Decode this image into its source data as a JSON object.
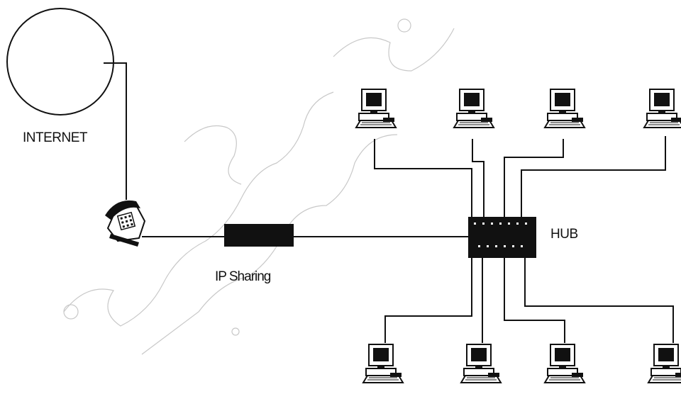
{
  "labels": {
    "internet": "INTERNET",
    "ip_sharing": "IP Sharing",
    "hub": "HUB"
  },
  "colors": {
    "line": "#111111",
    "device": "#111111",
    "watermark": "#c8c8c8"
  },
  "icons": {
    "cloud": "internet-circle-icon",
    "modem": "telephone-modem-icon",
    "router": "ip-sharing-device-icon",
    "switch": "hub-device-icon",
    "client": "computer-workstation-icon"
  }
}
